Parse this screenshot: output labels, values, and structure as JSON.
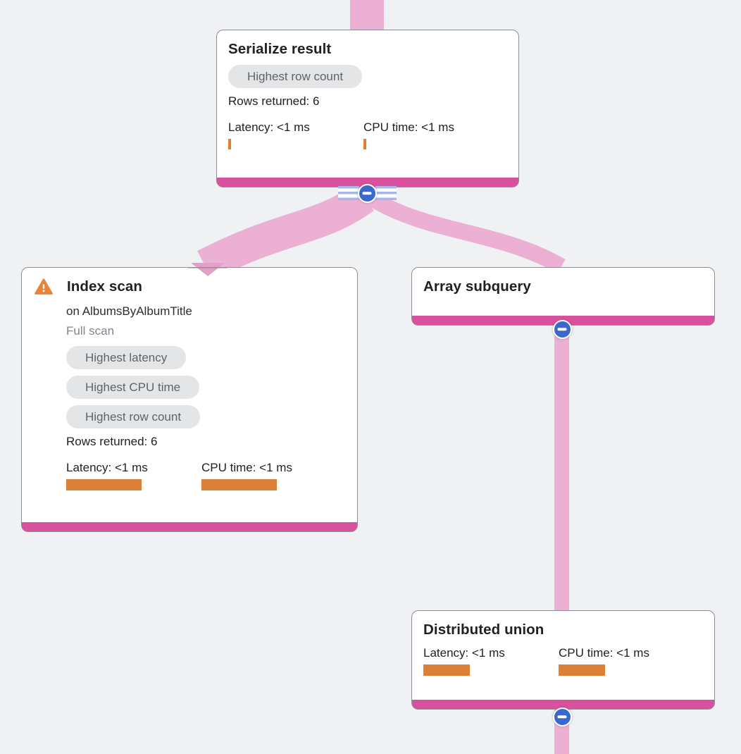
{
  "app": {
    "name": "Query execution plan graph"
  },
  "colors": {
    "background": "#F0F1F3",
    "edge_pink": "#EBB0D4",
    "edge_arrow_pink": "#E29FC8",
    "node_footer_pink": "#D8519E",
    "metric_bar_orange": "#DC8038",
    "warning_orange": "#E8833A",
    "badge_bg": "#E4E5E7",
    "badge_text": "#5F6368",
    "title_text": "#202124",
    "muted_text": "#80868B",
    "node_border": "#8A9096",
    "collapse_button_blue": "#3A68CF",
    "stripe_blue": "#A9B6EC"
  },
  "nodes": {
    "serialize": {
      "title": "Serialize result",
      "badges": [
        "Highest row count"
      ],
      "rows_returned": "Rows returned: 6",
      "latency": {
        "label": "Latency: <1 ms",
        "bar_style": "width:4px"
      },
      "cpu": {
        "label": "CPU time: <1 ms",
        "bar_style": "width:4px"
      }
    },
    "index_scan": {
      "title": "Index scan",
      "subtitle": "on AlbumsByAlbumTitle",
      "note": "Full scan",
      "badges": [
        "Highest latency",
        "Highest CPU time",
        "Highest row count"
      ],
      "rows_returned": "Rows returned: 6",
      "latency": {
        "label": "Latency: <1 ms",
        "bar_style": "width:107px"
      },
      "cpu": {
        "label": "CPU time: <1 ms",
        "bar_style": "width:107px"
      }
    },
    "array_subquery": {
      "title": "Array subquery"
    },
    "distributed_union": {
      "title": "Distributed union",
      "latency": {
        "label": "Latency: <1 ms",
        "bar_style": "width:66px"
      },
      "cpu": {
        "label": "CPU time: <1 ms",
        "bar_style": "width:66px"
      }
    }
  }
}
